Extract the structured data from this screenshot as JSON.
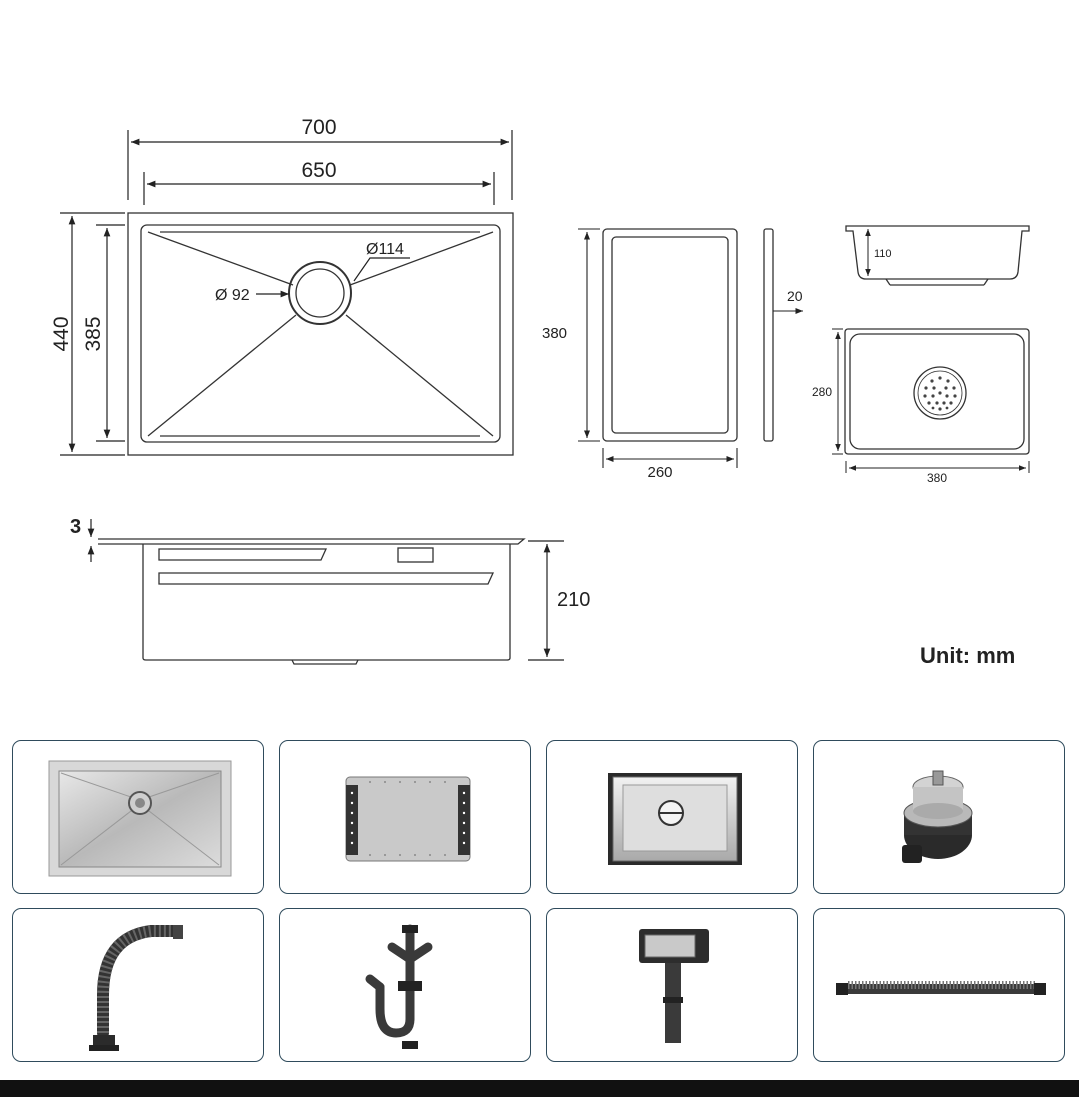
{
  "dimensions": {
    "overall_width": "700",
    "inner_width": "650",
    "overall_depth": "440",
    "inner_depth": "385",
    "drain_outer": "Ø114",
    "drain_inner": "Ø 92",
    "board_length": "380",
    "board_width": "260",
    "board_thickness": "20",
    "basket_height": "110",
    "basket_depth": "280",
    "basket_width": "380",
    "rim_thickness": "3",
    "sink_height": "210"
  },
  "unit_label": "Unit: mm",
  "accessories": [
    {
      "name": "sink-bowl"
    },
    {
      "name": "cutting-board"
    },
    {
      "name": "drain-basket"
    },
    {
      "name": "drain-strainer"
    },
    {
      "name": "flexible-drain-hose"
    },
    {
      "name": "p-trap"
    },
    {
      "name": "overflow-drain"
    },
    {
      "name": "corrugated-pipe"
    }
  ]
}
